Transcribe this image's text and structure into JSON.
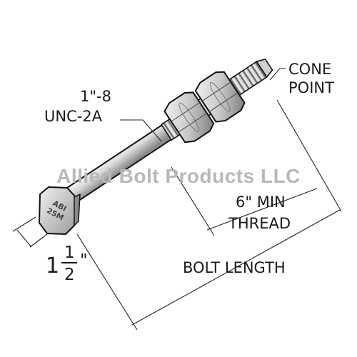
{
  "watermark": "Allied Bolt Products LLC",
  "head_stamp": {
    "line1": "ABI",
    "line2": "25M"
  },
  "labels": {
    "thread_spec_line1": "1\"-8",
    "thread_spec_line2": "UNC-2A",
    "cone_point_line1": "CONE",
    "cone_point_line2": "POINT",
    "min_thread_line1": "6\" MIN",
    "min_thread_line2": "THREAD",
    "bolt_length": "BOLT LENGTH",
    "head_size_whole": "1",
    "head_size_num": "1",
    "head_size_den": "2",
    "head_size_unit": "\""
  },
  "colors": {
    "steel_light": "#e6e6e6",
    "steel_mid": "#bdbdbd",
    "steel_dark": "#6f6f6f",
    "line": "#111111",
    "watermark": "#b8b8b8"
  }
}
